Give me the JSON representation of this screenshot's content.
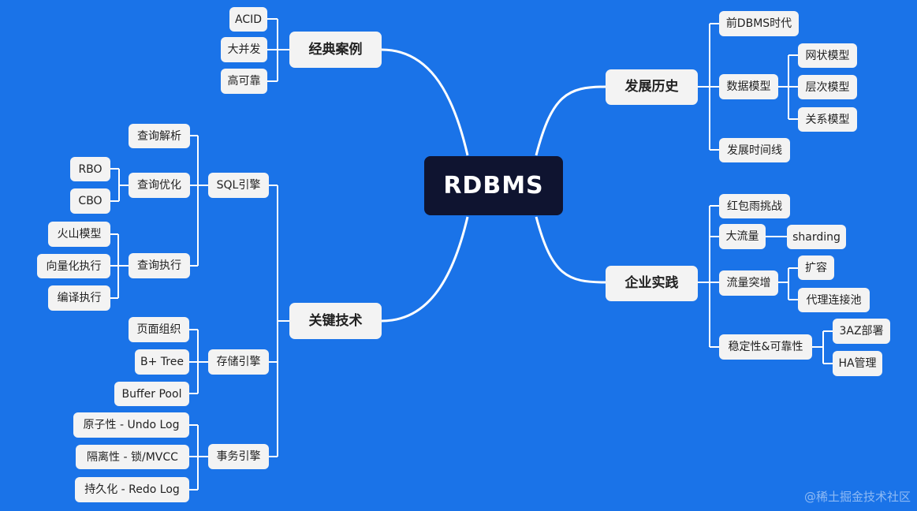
{
  "root": "RDBMS",
  "branches": {
    "history": {
      "label": "发展历史",
      "pre_dbms": "前DBMS时代",
      "data_models": "数据模型",
      "network_model": "网状模型",
      "hierarchical_model": "层次模型",
      "relational_model": "关系模型",
      "timeline": "发展时间线"
    },
    "practice": {
      "label": "企业实践",
      "red_packet": "红包雨挑战",
      "big_traffic": "大流量",
      "sharding": "sharding",
      "traffic_surge": "流量突增",
      "scale_out": "扩容",
      "proxy_pool": "代理连接池",
      "stability": "稳定性&可靠性",
      "three_az": "3AZ部署",
      "ha": "HA管理"
    },
    "cases": {
      "label": "经典案例",
      "acid": "ACID",
      "concurrency": "大并发",
      "reliability": "高可靠"
    },
    "tech": {
      "label": "关键技术",
      "sql_engine": "SQL引擎",
      "parse": "查询解析",
      "optimize": "查询优化",
      "rbo": "RBO",
      "cbo": "CBO",
      "execute": "查询执行",
      "volcano": "火山模型",
      "vectorized": "向量化执行",
      "compiled": "编译执行",
      "storage_engine": "存储引擎",
      "page_org": "页面组织",
      "btree": "B+ Tree",
      "buffer_pool": "Buffer Pool",
      "txn_engine": "事务引擎",
      "atomicity": "原子性 - Undo Log",
      "isolation": "隔离性 - 锁/MVCC",
      "durability": "持久化 - Redo Log"
    }
  },
  "watermark": "@稀土掘金技术社区",
  "colors": {
    "background": "#1a73e8",
    "node": "#f3f3f3",
    "root": "#0f1430",
    "line": "#ffffff"
  }
}
